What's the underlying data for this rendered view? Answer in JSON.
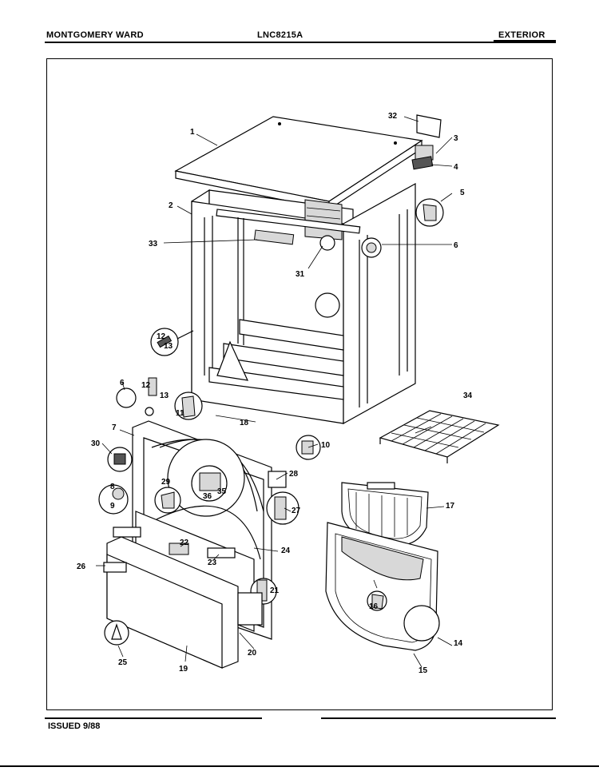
{
  "header": {
    "brand": "MONTGOMERY WARD",
    "model": "LNC8215A",
    "section": "EXTERIOR"
  },
  "footer": {
    "issued": "ISSUED 9/88"
  },
  "callouts": [
    {
      "id": "1",
      "label": "1"
    },
    {
      "id": "2",
      "label": "2"
    },
    {
      "id": "3",
      "label": "3"
    },
    {
      "id": "4",
      "label": "4"
    },
    {
      "id": "5",
      "label": "5"
    },
    {
      "id": "6a",
      "label": "6"
    },
    {
      "id": "6b",
      "label": "6"
    },
    {
      "id": "7",
      "label": "7"
    },
    {
      "id": "8",
      "label": "8"
    },
    {
      "id": "9",
      "label": "9"
    },
    {
      "id": "10",
      "label": "10"
    },
    {
      "id": "11",
      "label": "11"
    },
    {
      "id": "12a",
      "label": "12"
    },
    {
      "id": "13a",
      "label": "13"
    },
    {
      "id": "12b",
      "label": "12"
    },
    {
      "id": "13b",
      "label": "13"
    },
    {
      "id": "14",
      "label": "14"
    },
    {
      "id": "15",
      "label": "15"
    },
    {
      "id": "16",
      "label": "16"
    },
    {
      "id": "17",
      "label": "17"
    },
    {
      "id": "18",
      "label": "18"
    },
    {
      "id": "19",
      "label": "19"
    },
    {
      "id": "20",
      "label": "20"
    },
    {
      "id": "21",
      "label": "21"
    },
    {
      "id": "22",
      "label": "22"
    },
    {
      "id": "23",
      "label": "23"
    },
    {
      "id": "24",
      "label": "24"
    },
    {
      "id": "25",
      "label": "25"
    },
    {
      "id": "26",
      "label": "26"
    },
    {
      "id": "27",
      "label": "27"
    },
    {
      "id": "28",
      "label": "28"
    },
    {
      "id": "29",
      "label": "29"
    },
    {
      "id": "30",
      "label": "30"
    },
    {
      "id": "31",
      "label": "31"
    },
    {
      "id": "32",
      "label": "32"
    },
    {
      "id": "33",
      "label": "33"
    },
    {
      "id": "34",
      "label": "34"
    },
    {
      "id": "35",
      "label": "35"
    },
    {
      "id": "36",
      "label": "36"
    }
  ]
}
